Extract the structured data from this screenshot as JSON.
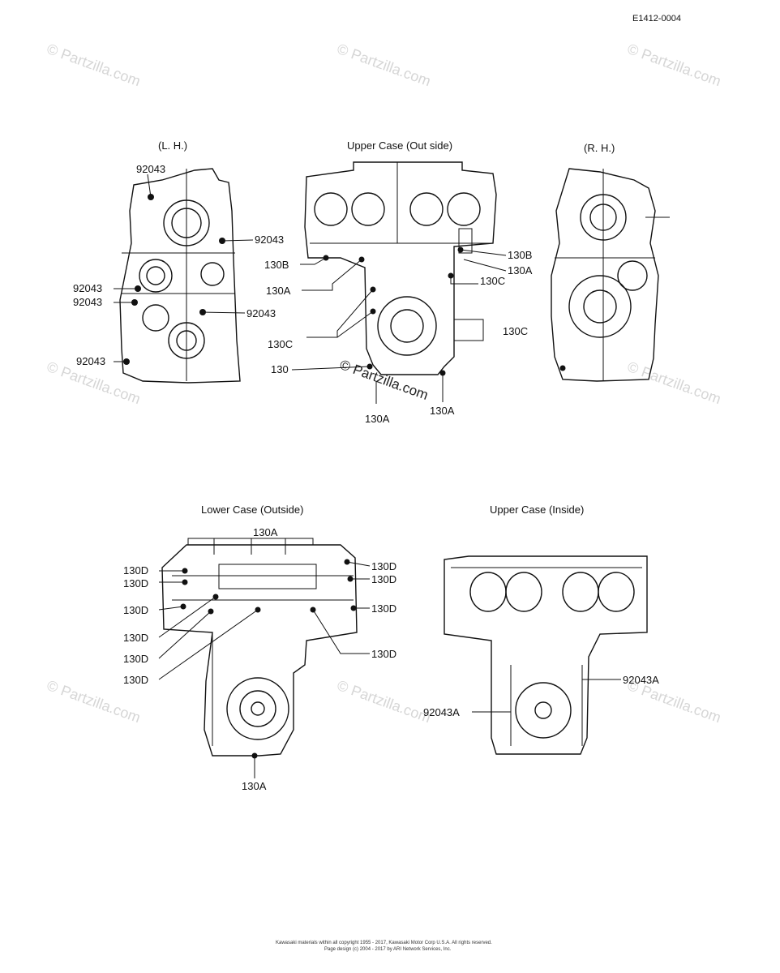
{
  "doc_code": "E1412-0004",
  "watermark": "© Partzilla.com",
  "views": {
    "lh": {
      "title": "(L. H.)"
    },
    "upper_out": {
      "title": "Upper Case (Out side)"
    },
    "rh": {
      "title": "(R. H.)"
    },
    "lower_out": {
      "title": "Lower Case (Outside)"
    },
    "upper_in": {
      "title": "Upper Case (Inside)"
    }
  },
  "callouts": {
    "lh": [
      "92043",
      "92043",
      "92043",
      "92043",
      "92043",
      "92043"
    ],
    "upper_out": [
      "130B",
      "130A",
      "130C",
      "130",
      "130A",
      "130B",
      "130A",
      "130C",
      "130C",
      "130A"
    ],
    "lower_out": [
      "130A",
      "130D",
      "130D",
      "130D",
      "130D",
      "130D",
      "130D",
      "130D",
      "130D",
      "130D",
      "130D",
      "130A"
    ],
    "upper_in": [
      "92043A",
      "92043A"
    ]
  },
  "footer": {
    "line1": "Kawasaki materials within all copyright 1955 - 2017, Kawasaki Motor Corp U.S.A. All rights reserved.",
    "line2": "Page design (c) 2004 - 2017 by ARI Network Services, Inc."
  }
}
